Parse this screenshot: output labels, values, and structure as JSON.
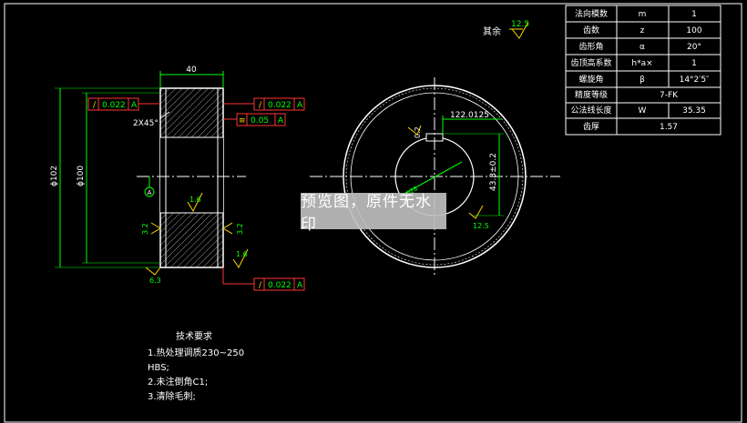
{
  "roughness_note": {
    "label": "其余",
    "value": "12.5"
  },
  "param_table": {
    "rows": [
      {
        "name": "法向模数",
        "symbol": "m",
        "value": "1"
      },
      {
        "name": "齿数",
        "symbol": "z",
        "value": "100"
      },
      {
        "name": "齿形角",
        "symbol": "α",
        "value": "20°"
      },
      {
        "name": "齿顶高系数",
        "symbol": "h*a×",
        "value": "1"
      },
      {
        "name": "螺旋角",
        "symbol": "β",
        "value": "14°2′5″"
      },
      {
        "name": "精度等级",
        "symbol": "",
        "value": "7-FK"
      },
      {
        "name": "公法线长度",
        "symbol": "W",
        "value": "35.35"
      },
      {
        "name": "齿厚",
        "symbol": "",
        "value": "1.57"
      }
    ]
  },
  "side_view": {
    "width_dim": "40",
    "outer_dia": "ϕ102",
    "root_dia": "ϕ100",
    "chamfer": "2X45°",
    "datum": "A",
    "tol_top": {
      "sym": "/",
      "val": "0.022",
      "ref": "A"
    },
    "tol_right": {
      "sym": "/",
      "val": "0.022",
      "ref": "A"
    },
    "tol_sym": {
      "sym": "≡",
      "val": "0.05",
      "ref": "A"
    },
    "tol_bottom": {
      "sym": "/",
      "val": "0.022",
      "ref": "A"
    },
    "rough_inner": "1.6",
    "rough_left": "3.2",
    "rough_right": "3.2",
    "rough_face": "1.6",
    "rough_bottom": "6.3"
  },
  "front_view": {
    "dim_top": "122.0125",
    "dim_right": "43.3±0.2",
    "key_width": "0.2",
    "bore_rough": "12.5",
    "bore_label": "ϕ28"
  },
  "notes": {
    "title": "技术要求",
    "lines": [
      "1.热处理调质230~250",
      "HBS;",
      "2.未注倒角C1;",
      "3.清除毛刺;"
    ]
  },
  "watermark": "预览图，原件无水印"
}
